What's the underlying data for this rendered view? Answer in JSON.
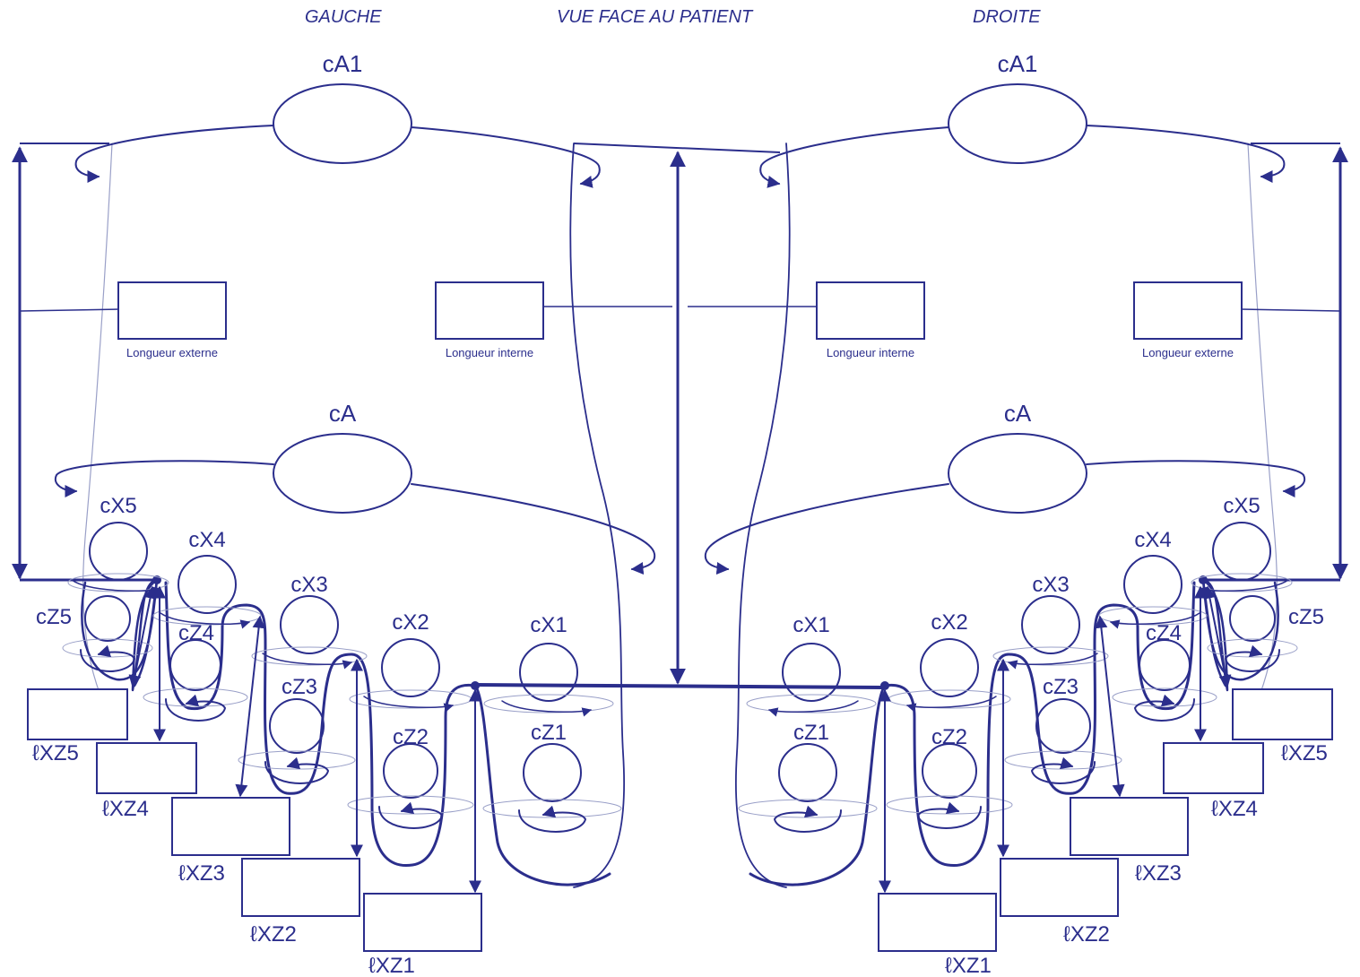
{
  "header": {
    "left": "GAUCHE",
    "center": "VUE FACE AU PATIENT",
    "right": "DROITE"
  },
  "colors": {
    "stroke": "#2b2e8c",
    "thin": "#9aa0c8",
    "background": "#ffffff"
  },
  "left_foot": {
    "cA1": "cA1",
    "cA": "cA",
    "length_outer": "Longueur externe",
    "length_inner": "Longueur interne",
    "cX": [
      "cX1",
      "cX2",
      "cX3",
      "cX4",
      "cX5"
    ],
    "cZ": [
      "cZ1",
      "cZ2",
      "cZ3",
      "cZ4",
      "cZ5"
    ],
    "lXZ": [
      "ℓXZ1",
      "ℓXZ2",
      "ℓXZ3",
      "ℓXZ4",
      "ℓXZ5"
    ]
  },
  "right_foot": {
    "cA1": "cA1",
    "cA": "cA",
    "length_outer": "Longueur externe",
    "length_inner": "Longueur interne",
    "cX": [
      "cX1",
      "cX2",
      "cX3",
      "cX4",
      "cX5"
    ],
    "cZ": [
      "cZ1",
      "cZ2",
      "cZ3",
      "cZ4",
      "cZ5"
    ],
    "lXZ": [
      "ℓXZ1",
      "ℓXZ2",
      "ℓXZ3",
      "ℓXZ4",
      "ℓXZ5"
    ]
  }
}
